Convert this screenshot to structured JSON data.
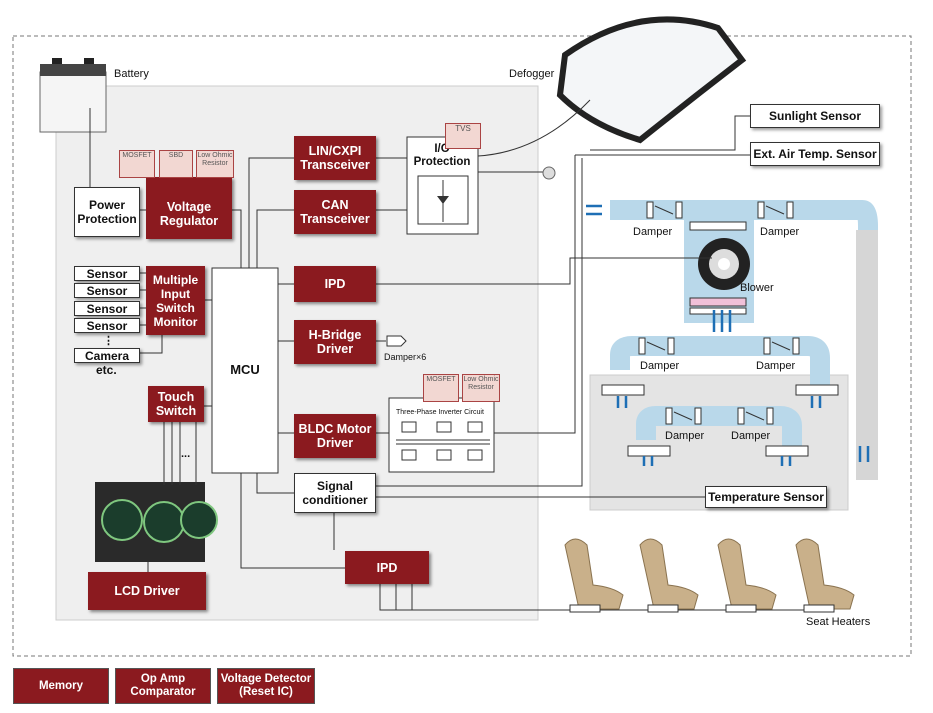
{
  "labels": {
    "battery": "Battery",
    "defogger": "Defogger",
    "sunlight_sensor": "Sunlight Sensor",
    "ext_air_temp_sensor": "Ext. Air Temp. Sensor",
    "power_protection": "Power\nProtection",
    "voltage_regulator": "Voltage\nRegulator",
    "lin_cxpi": "LIN/CXPI\nTransceiver",
    "can": "CAN\nTransceiver",
    "io_protection": "I/O\nProtection",
    "tvs": "TVS",
    "mosfet": "MOSFET",
    "sbd": "SBD",
    "low_ohmic": "Low Ohmic\nResistor",
    "sensors": [
      "Sensor",
      "Sensor",
      "Sensor",
      "Sensor"
    ],
    "camera": "Camera",
    "etc": "etc.",
    "ellipsis": "⋮",
    "multiple_input": "Multiple\nInput\nSwitch\nMonitor",
    "mcu": "MCU",
    "ipd": "IPD",
    "h_bridge": "H-Bridge\nDriver",
    "damper_x6": "Damper×6",
    "bldc": "BLDC Motor\nDriver",
    "three_phase": "Three-Phase Inverter Circuit",
    "touch_switch": "Touch\nSwitch",
    "touch_dots": "...",
    "signal_conditioner": "Signal\nconditioner",
    "temperature_sensor": "Temperature Sensor",
    "lcd_driver": "LCD Driver",
    "ipd2": "IPD",
    "seat_heaters": "Seat Heaters",
    "damper": "Damper",
    "blower": "Blower"
  },
  "bottom_row": [
    "Memory",
    "Op Amp\nComparator",
    "Voltage Detector\n(Reset IC)"
  ],
  "colors": {
    "block": "#8b1a1f",
    "duct": "#b9d8ea",
    "panel": "#efefef",
    "arrow": "#1e6fb5"
  }
}
